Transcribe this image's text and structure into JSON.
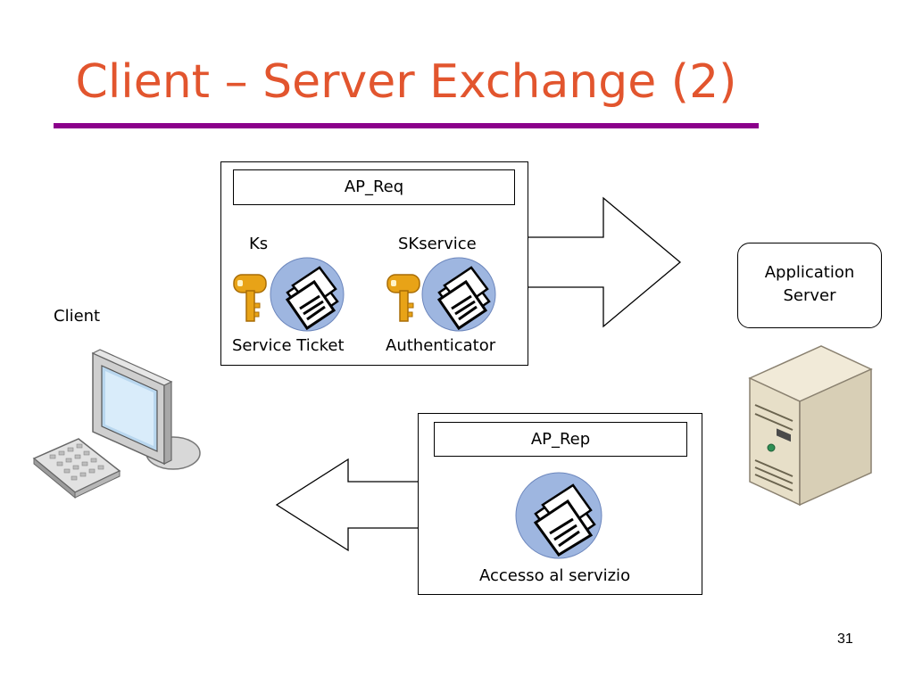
{
  "slide": {
    "title": "Client – Server Exchange (2)",
    "page_number": "31"
  },
  "client": {
    "label": "Client"
  },
  "server": {
    "label_line1": "Application",
    "label_line2": "Server"
  },
  "request": {
    "title": "AP_Req",
    "key1_label": "Ks",
    "key2_label": "SKservice",
    "item1_label": "Service Ticket",
    "item2_label": "Authenticator"
  },
  "reply": {
    "title": "AP_Rep",
    "item_label": "Accesso al servizio"
  },
  "colors": {
    "title": "#e2552e",
    "title_rule": "#8b008b",
    "key": "#e8a317",
    "envelope_disc": "#9eb6e0"
  }
}
